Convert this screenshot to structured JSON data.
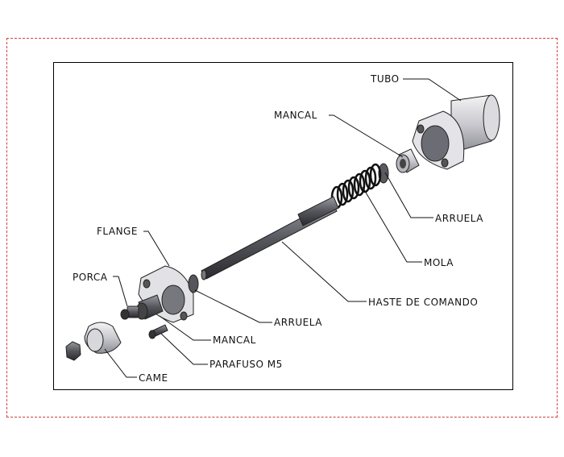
{
  "labels": {
    "tubo": "TUBO",
    "mancal_top": "MANCAL",
    "arruela_top": "ARRUELA",
    "mola": "MOLA",
    "haste": "HASTE DE COMANDO",
    "flange": "FLANGE",
    "porca": "PORCA",
    "arruela_bottom": "ARRUELA",
    "mancal_bottom": "MANCAL",
    "parafuso": "PARAFUSO M5",
    "came": "CAME"
  }
}
